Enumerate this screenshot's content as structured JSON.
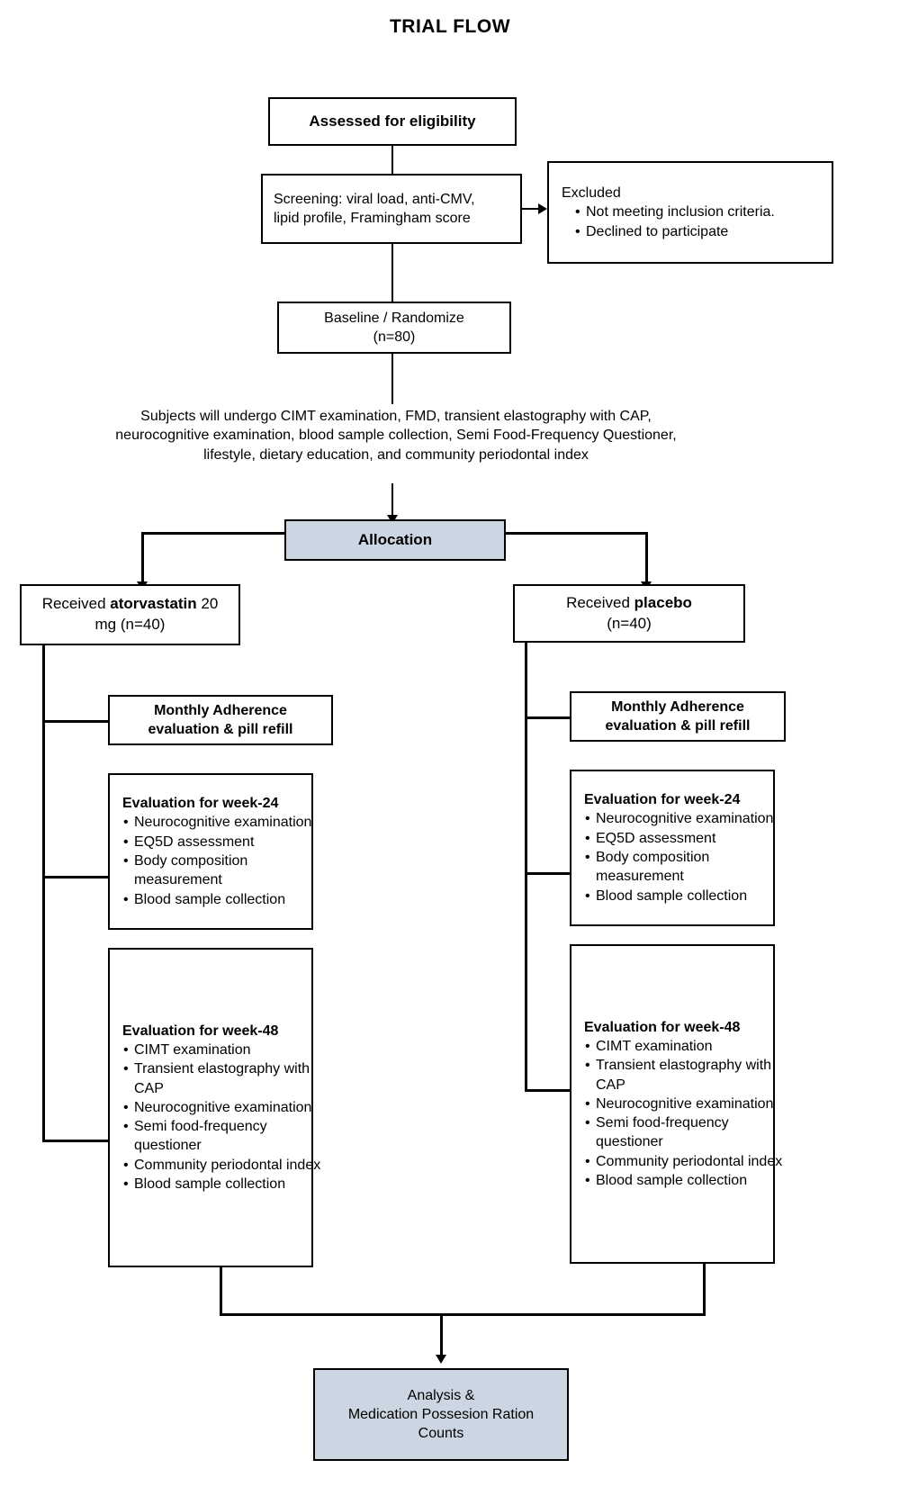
{
  "title": "TRIAL FLOW",
  "nodes": {
    "assessed": {
      "label": "Assessed for eligibility"
    },
    "screening": {
      "line1": "Screening: viral load, anti-CMV,",
      "line2": "lipid profile, Framingham score"
    },
    "excluded": {
      "heading": "Excluded",
      "items": [
        "Not meeting inclusion criteria.",
        "Declined to participate"
      ]
    },
    "baseline": {
      "line1": "Baseline / Randomize",
      "line2": "(n=80)"
    },
    "procedures": {
      "line1": "Subjects will undergo CIMT examination, FMD, transient elastography with CAP,",
      "line2": "neurocognitive examination, blood sample collection, Semi Food-Frequency Questioner,",
      "line3": "lifestyle, dietary education, and community periodontal index"
    },
    "allocation": {
      "label": "Allocation"
    },
    "arm_left": {
      "line1_pre": "Received ",
      "line1_bold": "atorvastatin",
      "line1_post": " 20",
      "line2": "mg (n=40)"
    },
    "arm_right": {
      "line1_pre": "Received ",
      "line1_bold": "placebo",
      "line1_post": "",
      "line2": "(n=40)"
    },
    "adherence": {
      "line1": "Monthly Adherence",
      "line2": "evaluation & pill refill"
    },
    "week24": {
      "heading": "Evaluation for week-24",
      "items": [
        "Neurocognitive examination",
        "EQ5D assessment",
        "Body composition measurement",
        "Blood sample collection"
      ]
    },
    "week48": {
      "heading": "Evaluation for week-48",
      "items": [
        "CIMT examination",
        "Transient elastography with CAP",
        "Neurocognitive examination",
        "Semi food-frequency questioner",
        "Community periodontal index",
        "Blood sample collection"
      ]
    },
    "analysis": {
      "line1": "Analysis &",
      "line2": "Medication Possesion Ration",
      "line3": "Counts"
    }
  },
  "colors": {
    "shaded_fill": "#ccd6e2",
    "stroke": "#000000",
    "background": "#ffffff"
  }
}
